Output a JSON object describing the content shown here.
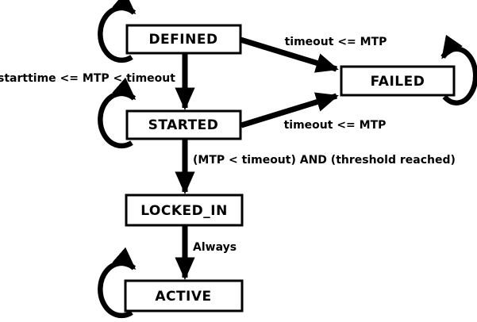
{
  "diagram": {
    "type": "state-machine",
    "colors": {
      "background": "#ffffff",
      "line": "#000000",
      "state_fill": "#ffffff",
      "text": "#000000"
    },
    "states": [
      {
        "id": "defined",
        "label": "DEFINED",
        "has_self_loop": true
      },
      {
        "id": "started",
        "label": "STARTED",
        "has_self_loop": true
      },
      {
        "id": "failed",
        "label": "FAILED",
        "has_self_loop": true
      },
      {
        "id": "locked_in",
        "label": "LOCKED_IN",
        "has_self_loop": false
      },
      {
        "id": "active",
        "label": "ACTIVE",
        "has_self_loop": true
      }
    ],
    "transitions": [
      {
        "from": "DEFINED",
        "to": "STARTED",
        "label": "starttime <= MTP < timeout"
      },
      {
        "from": "DEFINED",
        "to": "FAILED",
        "label": "timeout <= MTP"
      },
      {
        "from": "STARTED",
        "to": "FAILED",
        "label": "timeout <= MTP"
      },
      {
        "from": "STARTED",
        "to": "LOCKED_IN",
        "label": "(MTP < timeout) AND (threshold reached)"
      },
      {
        "from": "LOCKED_IN",
        "to": "ACTIVE",
        "label": "Always"
      }
    ]
  }
}
